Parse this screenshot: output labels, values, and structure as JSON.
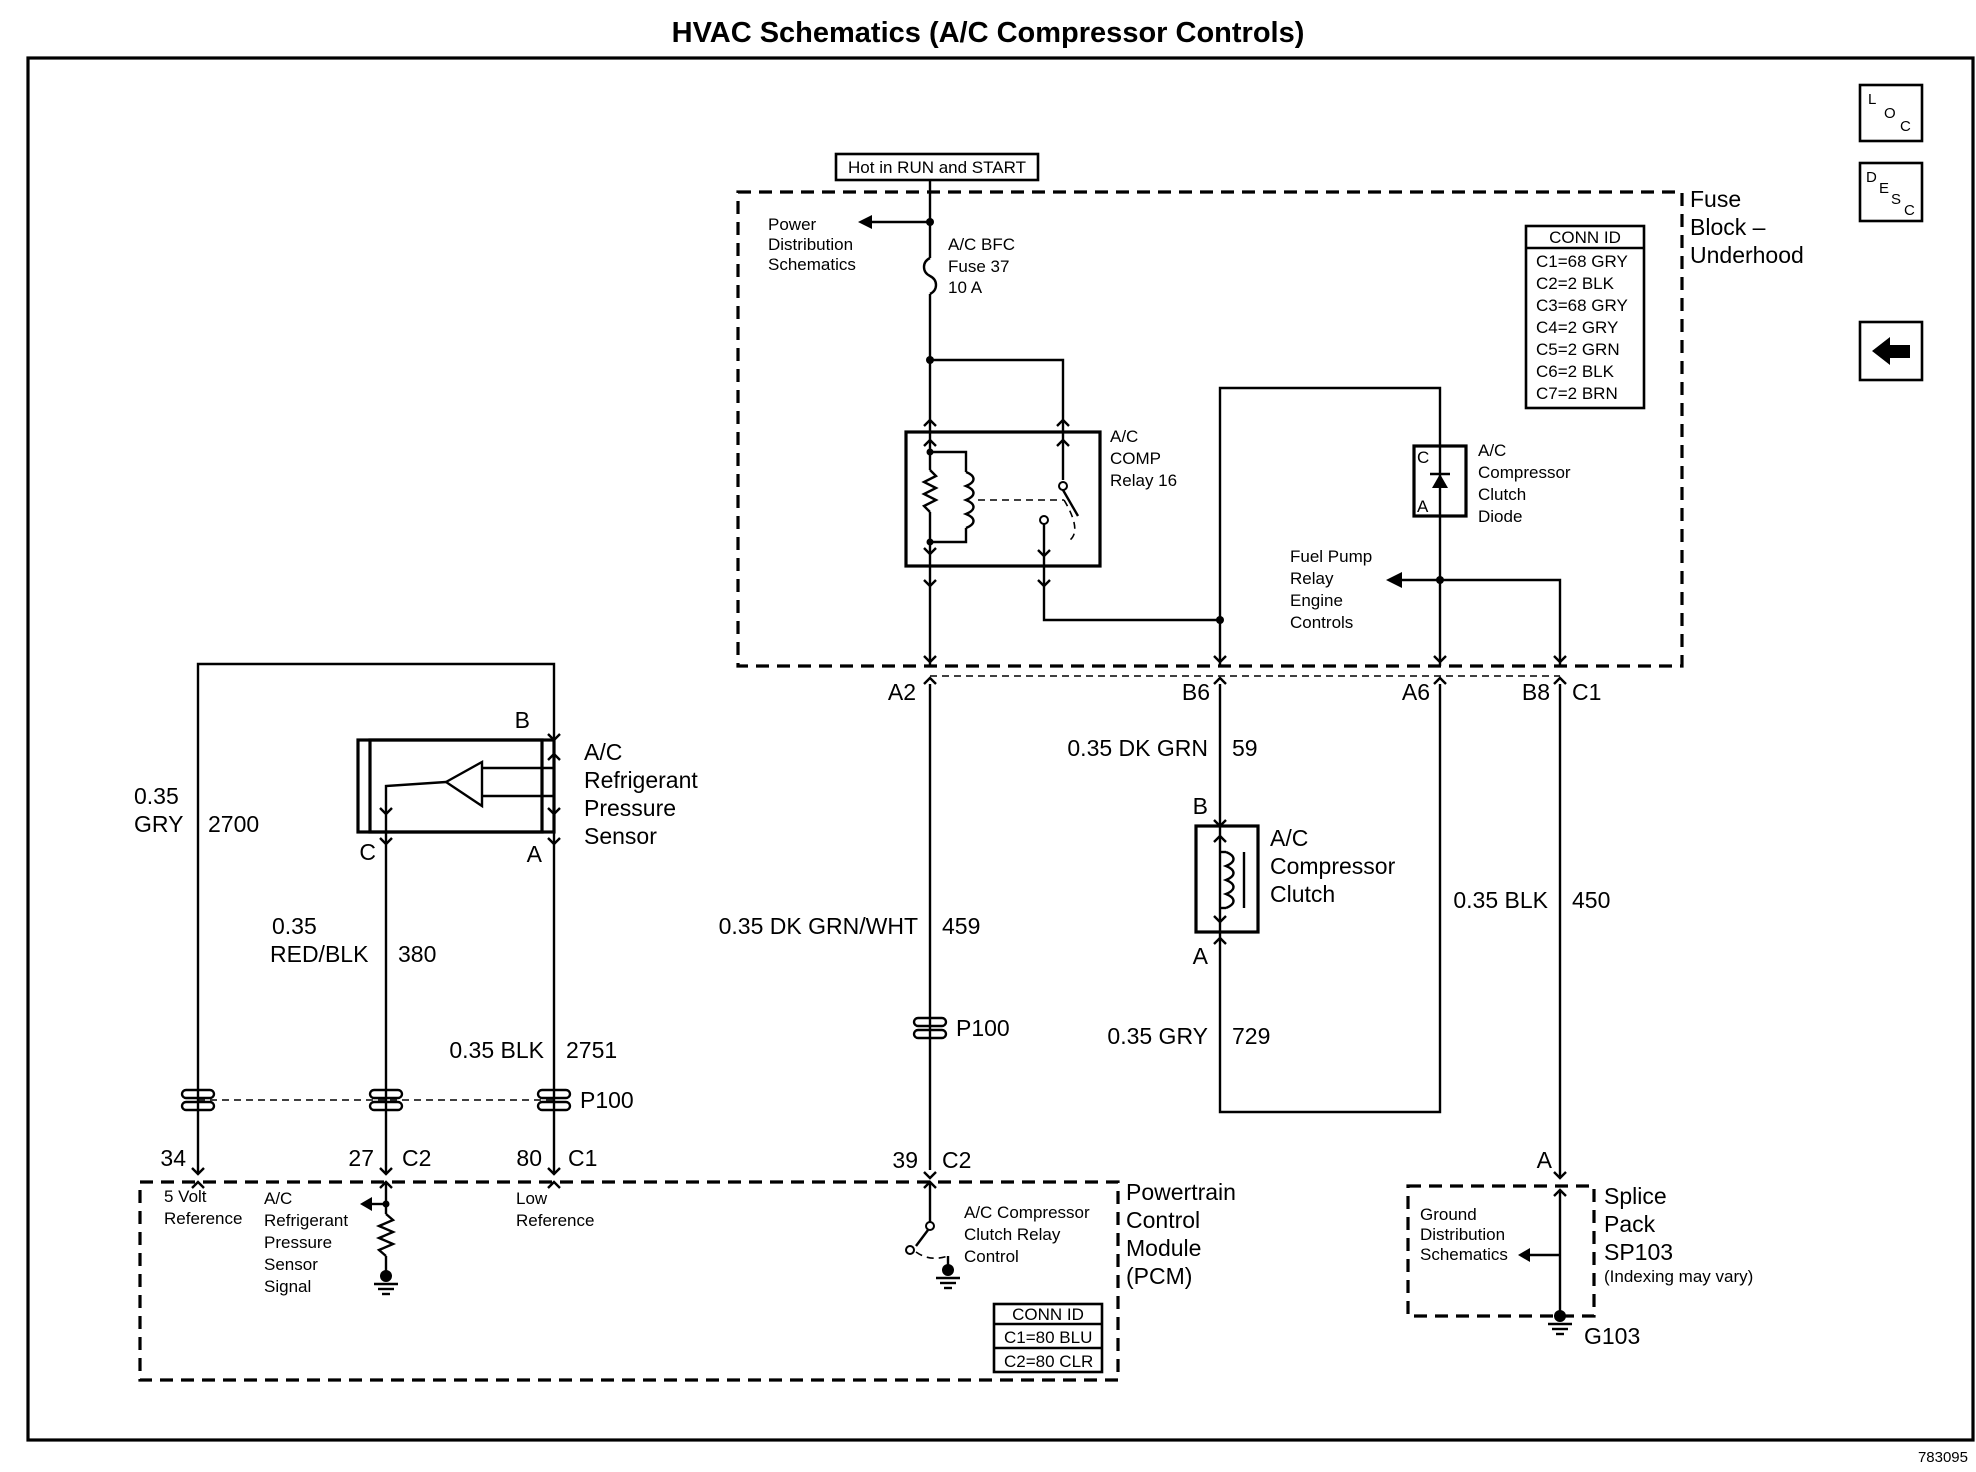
{
  "title": "HVAC Schematics (A/C Compressor Controls)",
  "figure_id": "783095",
  "nav": {
    "loc_icon_letters": [
      "L",
      "O",
      "C"
    ],
    "desc_icon_letters": [
      "D",
      "E",
      "S",
      "C"
    ],
    "back_icon": "left-arrow-icon"
  },
  "power": {
    "hot_label": "Hot in RUN and START",
    "power_dist": [
      "Power",
      "Distribution",
      "Schematics"
    ],
    "fuse": [
      "A/C BFC",
      "Fuse 37",
      "10 A"
    ]
  },
  "fuse_block": {
    "name": [
      "Fuse",
      "Block –",
      "Underhood"
    ],
    "conn_title": "CONN ID",
    "conn_rows": [
      "C1=68 GRY",
      "C2=2 BLK",
      "C3=68 GRY",
      "C4=2 GRY",
      "C5=2 GRN",
      "C6=2 BLK",
      "C7=2 BRN"
    ],
    "relay": [
      "A/C",
      "COMP",
      "Relay 16"
    ],
    "diode": [
      "A/C",
      "Compressor",
      "Clutch",
      "Diode"
    ],
    "diode_pins": [
      "C",
      "A"
    ],
    "fuel_pump": [
      "Fuel Pump",
      "Relay",
      "Engine",
      "Controls"
    ],
    "pins": [
      "A2",
      "B6",
      "A6",
      "B8",
      "C1"
    ]
  },
  "sensor": {
    "name": [
      "A/C",
      "Refrigerant",
      "Pressure",
      "Sensor"
    ],
    "pins": [
      "B",
      "C",
      "A"
    ]
  },
  "wires": {
    "w2700": [
      "0.35",
      "GRY",
      "2700"
    ],
    "w380": [
      "0.35",
      "RED/BLK",
      "380"
    ],
    "w2751": [
      "0.35 BLK",
      "2751"
    ],
    "w459": [
      "0.35 DK GRN/WHT",
      "459"
    ],
    "w59": [
      "0.35 DK GRN",
      "59"
    ],
    "w729": [
      "0.35 GRY",
      "729"
    ],
    "w450": [
      "0.35 BLK",
      "450"
    ]
  },
  "p100": "P100",
  "clutch": {
    "name": [
      "A/C",
      "Compressor",
      "Clutch"
    ],
    "pins": [
      "B",
      "A"
    ]
  },
  "pcm": {
    "name": [
      "Powertrain",
      "Control",
      "Module",
      "(PCM)"
    ],
    "pins": [
      "34",
      "27",
      "C2",
      "80",
      "C1",
      "39",
      "C2"
    ],
    "five_volt": [
      "5 Volt",
      "Reference"
    ],
    "signal": [
      "A/C",
      "Refrigerant",
      "Pressure",
      "Sensor",
      "Signal"
    ],
    "low_ref": [
      "Low",
      "Reference"
    ],
    "clutch_ctrl": [
      "A/C Compressor",
      "Clutch Relay",
      "Control"
    ],
    "conn_title": "CONN ID",
    "conn_rows": [
      "C1=80 BLU",
      "C2=80 CLR"
    ]
  },
  "splice": {
    "name": [
      "Splice",
      "Pack",
      "SP103"
    ],
    "note": "(Indexing may vary)",
    "pin": "A",
    "ground_dist": [
      "Ground",
      "Distribution",
      "Schematics"
    ],
    "ground": "G103"
  }
}
